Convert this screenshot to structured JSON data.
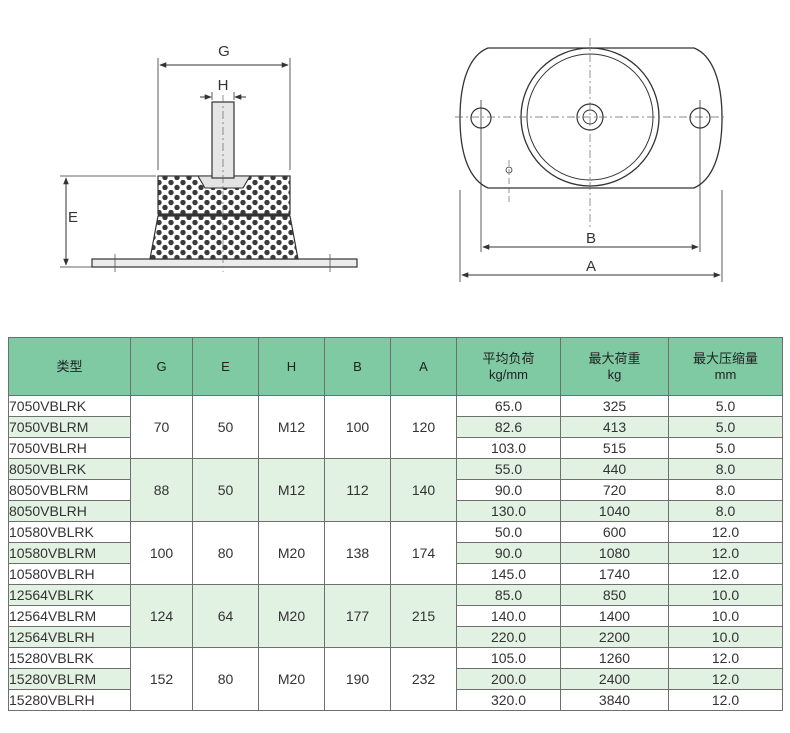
{
  "drawing": {
    "side_view": {
      "label_g": "G",
      "label_h": "H",
      "label_e": "E"
    },
    "top_view": {
      "label_b": "B",
      "label_a": "A"
    }
  },
  "table": {
    "headers": {
      "type": "类型",
      "g": "G",
      "e": "E",
      "h": "H",
      "b": "B",
      "a": "A",
      "avg_load": [
        "平均负荷",
        "kg/mm"
      ],
      "max_load": [
        "最大荷重",
        "kg"
      ],
      "max_compression": [
        "最大压缩量",
        "mm"
      ]
    },
    "groups": [
      {
        "g": "70",
        "e": "50",
        "h": "M12",
        "b": "100",
        "a": "120",
        "rows": [
          {
            "model": "7050VBLRK",
            "avg_load": "65.0",
            "max_load": "325",
            "max_compression": "5.0"
          },
          {
            "model": "7050VBLRM",
            "avg_load": "82.6",
            "max_load": "413",
            "max_compression": "5.0"
          },
          {
            "model": "7050VBLRH",
            "avg_load": "103.0",
            "max_load": "515",
            "max_compression": "5.0"
          }
        ]
      },
      {
        "g": "88",
        "e": "50",
        "h": "M12",
        "b": "112",
        "a": "140",
        "rows": [
          {
            "model": "8050VBLRK",
            "avg_load": "55.0",
            "max_load": "440",
            "max_compression": "8.0"
          },
          {
            "model": "8050VBLRM",
            "avg_load": "90.0",
            "max_load": "720",
            "max_compression": "8.0"
          },
          {
            "model": "8050VBLRH",
            "avg_load": "130.0",
            "max_load": "1040",
            "max_compression": "8.0"
          }
        ]
      },
      {
        "g": "100",
        "e": "80",
        "h": "M20",
        "b": "138",
        "a": "174",
        "rows": [
          {
            "model": "10580VBLRK",
            "avg_load": "50.0",
            "max_load": "600",
            "max_compression": "12.0"
          },
          {
            "model": "10580VBLRM",
            "avg_load": "90.0",
            "max_load": "1080",
            "max_compression": "12.0"
          },
          {
            "model": "10580VBLRH",
            "avg_load": "145.0",
            "max_load": "1740",
            "max_compression": "12.0"
          }
        ]
      },
      {
        "g": "124",
        "e": "64",
        "h": "M20",
        "b": "177",
        "a": "215",
        "rows": [
          {
            "model": "12564VBLRK",
            "avg_load": "85.0",
            "max_load": "850",
            "max_compression": "10.0"
          },
          {
            "model": "12564VBLRM",
            "avg_load": "140.0",
            "max_load": "1400",
            "max_compression": "10.0"
          },
          {
            "model": "12564VBLRH",
            "avg_load": "220.0",
            "max_load": "2200",
            "max_compression": "10.0"
          }
        ]
      },
      {
        "g": "152",
        "e": "80",
        "h": "M20",
        "b": "190",
        "a": "232",
        "rows": [
          {
            "model": "15280VBLRK",
            "avg_load": "105.0",
            "max_load": "1260",
            "max_compression": "12.0"
          },
          {
            "model": "15280VBLRM",
            "avg_load": "200.0",
            "max_load": "2400",
            "max_compression": "12.0"
          },
          {
            "model": "15280VBLRH",
            "avg_load": "320.0",
            "max_load": "3840",
            "max_compression": "12.0"
          }
        ]
      }
    ]
  },
  "colors": {
    "header_bg": "#7fc9a3",
    "shade_bg": "#e1f1e2",
    "border": "#6f6f6f"
  }
}
